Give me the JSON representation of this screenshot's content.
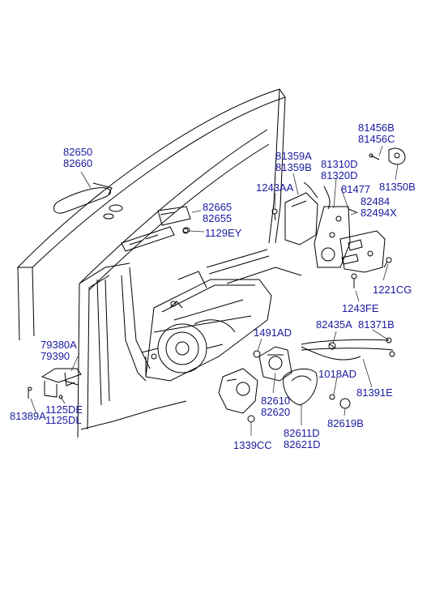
{
  "colors": {
    "label": "#1a1aa0",
    "line": "#000000",
    "leader": "#333333"
  },
  "labels": {
    "l82650": "82650",
    "l82660": "82660",
    "l81359A": "81359A",
    "l81359B": "81359B",
    "l81310D": "81310D",
    "l81320D": "81320D",
    "l81456B": "81456B",
    "l81456C": "81456C",
    "l81350B": "81350B",
    "l1243AA": "1243AA",
    "l81477": "81477",
    "l82484": "82484",
    "l82494X": "82494X",
    "l82665": "82665",
    "l82655": "82655",
    "l1129EY": "1129EY",
    "l1221CG": "1221CG",
    "l1243FE": "1243FE",
    "l82435A": "82435A",
    "l81371B": "81371B",
    "l1491AD": "1491AD",
    "l79380A": "79380A",
    "l79390": "79390",
    "l1018AD": "1018AD",
    "l81391E": "81391E",
    "l82610": "82610",
    "l82620": "82620",
    "l81389A": "81389A",
    "l1125DE": "1125DE",
    "l1125DL": "1125DL",
    "l82619B": "82619B",
    "l82611D": "82611D",
    "l82621D": "82621D",
    "l1339CC": "1339CC"
  }
}
